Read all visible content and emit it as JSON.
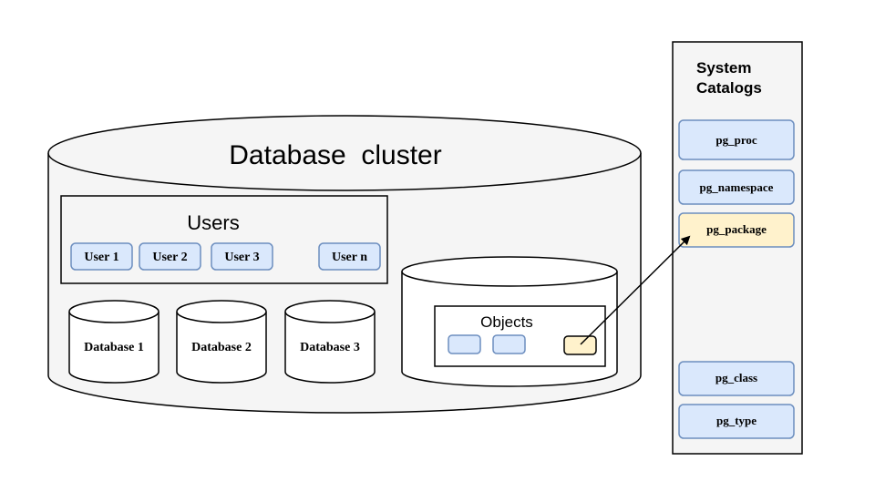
{
  "cluster": {
    "title": "Database  cluster"
  },
  "users": {
    "title": "Users",
    "items": [
      "User 1",
      "User 2",
      "User 3",
      "User n"
    ]
  },
  "databases": [
    "Database 1",
    "Database 2",
    "Database 3"
  ],
  "objects": {
    "title": "Objects"
  },
  "catalogs": {
    "title_line1": "System",
    "title_line2": "Catalogs",
    "items": [
      "pg_proc",
      "pg_namespace",
      "pg_package",
      "pg_class",
      "pg_type"
    ]
  },
  "colors": {
    "blue_fill": "#dae8fc",
    "blue_stroke": "#6c8ebf",
    "yellow_fill": "#fff2cc",
    "yellow_stroke": "#d6b656",
    "cylinder_fill": "#f5f5f5",
    "stroke": "#000000"
  }
}
